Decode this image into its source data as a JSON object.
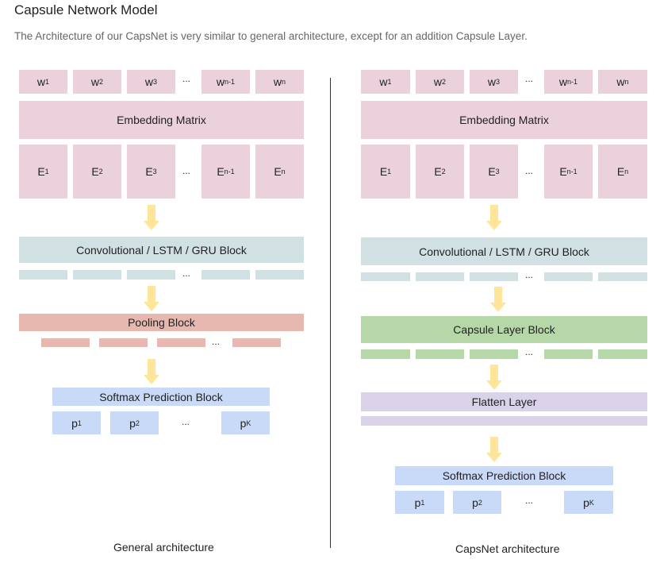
{
  "title": "Capsule Network Model",
  "subtitle": "The Architecture of our CapsNet is very similar to general architecture, except for an addition Capsule Layer.",
  "general": {
    "w_tokens": [
      {
        "base": "w",
        "sub": "1"
      },
      {
        "base": "w",
        "sub": "2"
      },
      {
        "base": "w",
        "sub": "3"
      },
      {
        "base": "w",
        "sub": "n-1"
      },
      {
        "base": "w",
        "sub": "n"
      }
    ],
    "embedding_label": "Embedding Matrix",
    "e_tokens": [
      {
        "base": "E",
        "sub": "1"
      },
      {
        "base": "E",
        "sub": "2"
      },
      {
        "base": "E",
        "sub": "3"
      },
      {
        "base": "E",
        "sub": "n-1"
      },
      {
        "base": "E",
        "sub": "n"
      }
    ],
    "conv_label": "Convolutional / LSTM / GRU Block",
    "pooling_label": "Pooling Block",
    "softmax_label": "Softmax Prediction Block",
    "p_tokens": [
      {
        "base": "p",
        "sub": "1"
      },
      {
        "base": "p",
        "sub": "2"
      },
      {
        "base": "p",
        "sub": "K"
      }
    ],
    "ellipsis": "...",
    "caption": "General architecture"
  },
  "capsnet": {
    "w_tokens": [
      {
        "base": "w",
        "sub": "1"
      },
      {
        "base": "w",
        "sub": "2"
      },
      {
        "base": "w",
        "sub": "3"
      },
      {
        "base": "w",
        "sub": "n-1"
      },
      {
        "base": "w",
        "sub": "n"
      }
    ],
    "embedding_label": "Embedding Matrix",
    "e_tokens": [
      {
        "base": "E",
        "sub": "1"
      },
      {
        "base": "E",
        "sub": "2"
      },
      {
        "base": "E",
        "sub": "3"
      },
      {
        "base": "E",
        "sub": "n-1"
      },
      {
        "base": "E",
        "sub": "n"
      }
    ],
    "conv_label": "Convolutional / LSTM / GRU Block",
    "capsule_label": "Capsule Layer Block",
    "flatten_label": "Flatten Layer",
    "softmax_label": "Softmax Prediction Block",
    "p_tokens": [
      {
        "base": "p",
        "sub": "1"
      },
      {
        "base": "p",
        "sub": "2"
      },
      {
        "base": "p",
        "sub": "K"
      }
    ],
    "ellipsis": "...",
    "caption": "CapsNet architecture"
  },
  "colors": {
    "embedding": "#ead1dc",
    "conv": "#d0e0e3",
    "pooling": "#e6b8af",
    "softmax": "#c9daf8",
    "capsule": "#b6d7a8",
    "flatten": "#d9d2e9",
    "arrow": "#ffe599"
  }
}
